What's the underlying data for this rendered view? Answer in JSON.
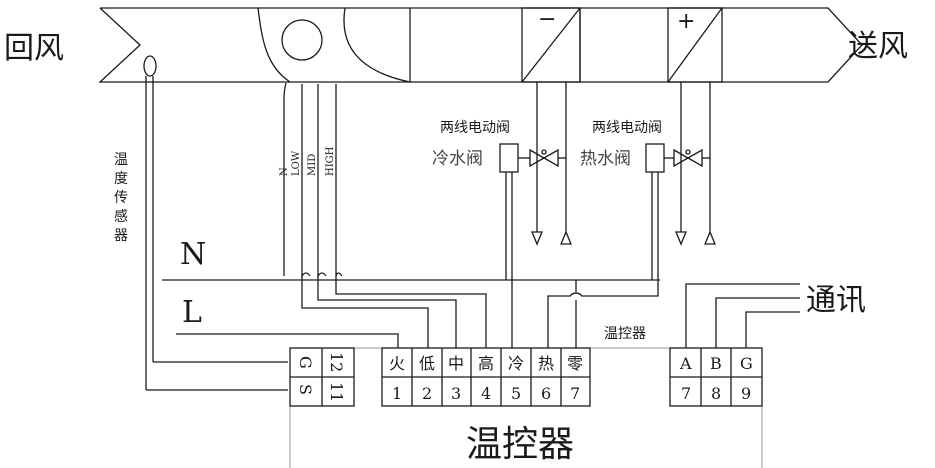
{
  "labels": {
    "return_air": "回风",
    "supply_air": "送风",
    "sensor": [
      "温",
      "度",
      "传",
      "感",
      "器"
    ],
    "coil_cool_sign": "−",
    "coil_heat_sign": "+",
    "valve1_title": "两线电动阀",
    "valve1_name": "冷水阀",
    "valve2_title": "两线电动阀",
    "valve2_name": "热水阀",
    "fan_wires": [
      "N",
      "LOW",
      "MID",
      "HIGH"
    ],
    "bus_n": "N",
    "bus_l": "L",
    "comm": "通讯",
    "thermostat_small": "温控器",
    "thermostat_big": "温控器"
  },
  "terminals": {
    "sensor_top": [
      "G",
      "12"
    ],
    "sensor_bottom": [
      "S",
      "11"
    ],
    "main_top": [
      "火",
      "低",
      "中",
      "高",
      "冷",
      "热",
      "零"
    ],
    "main_bottom": [
      "1",
      "2",
      "3",
      "4",
      "5",
      "6",
      "7"
    ],
    "comm_top": [
      "A",
      "B",
      "G"
    ],
    "comm_bottom": [
      "7",
      "8",
      "9"
    ]
  }
}
